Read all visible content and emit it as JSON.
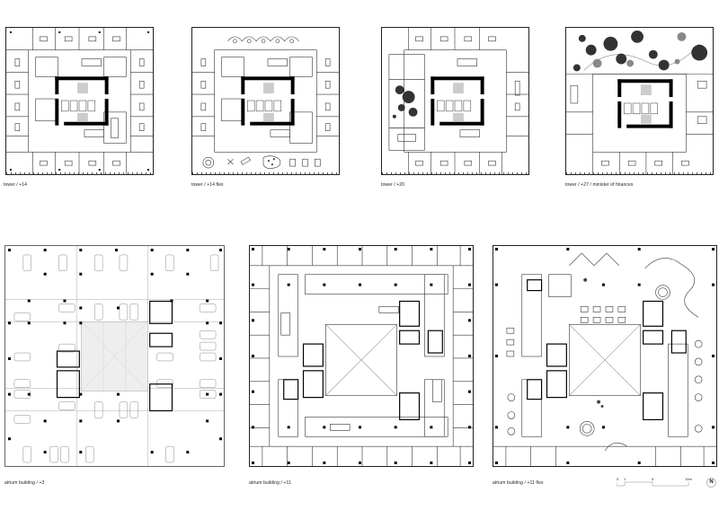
{
  "sheet": {
    "background": "#ffffff",
    "line_color": "#222222",
    "core_wall_color": "#000000",
    "vegetation_color": "#555555"
  },
  "plans": [
    {
      "id": "tower-14",
      "caption": "tower / +14",
      "type": "tower office floor",
      "features": [
        "perimeter cellular offices",
        "central core",
        "meeting rooms"
      ]
    },
    {
      "id": "tower-14-flex",
      "caption": "tower / +14 flex",
      "type": "tower flex floor",
      "features": [
        "open lounge north",
        "central core",
        "open seating south"
      ]
    },
    {
      "id": "tower-20",
      "caption": "tower / +20",
      "type": "tower office floor",
      "features": [
        "perimeter offices",
        "central core",
        "planted courtyard west"
      ]
    },
    {
      "id": "tower-27",
      "caption": "tower / +27 / minister of finances",
      "type": "tower executive floor",
      "features": [
        "roof garden north",
        "central core",
        "executive offices"
      ]
    },
    {
      "id": "atrium-3",
      "caption": "atrium building / +3",
      "type": "parking level",
      "features": [
        "parking stalls",
        "column grid",
        "central atrium void",
        "stair cores"
      ]
    },
    {
      "id": "atrium-11",
      "caption": "atrium building / +11",
      "type": "atrium office floor",
      "features": [
        "perimeter cellular offices",
        "central atrium void",
        "four cores",
        "meeting rooms"
      ]
    },
    {
      "id": "atrium-11-flex",
      "caption": "atrium building / +11 flex",
      "type": "atrium flex floor",
      "features": [
        "open lounges",
        "central atrium void",
        "four cores",
        "round tables"
      ]
    }
  ],
  "scale_bar": {
    "labels": [
      "0",
      "1",
      "5",
      "10m"
    ]
  },
  "north_arrow": {
    "label": "N",
    "icon": "north-arrow-icon"
  }
}
